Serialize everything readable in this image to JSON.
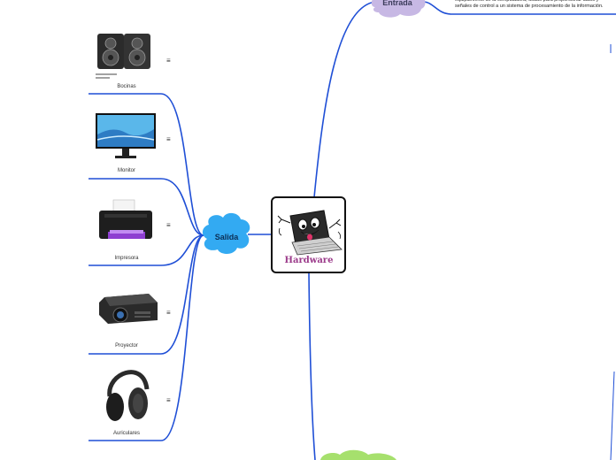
{
  "center": {
    "title": "Hardware"
  },
  "entrada": {
    "label": "Entrada",
    "description": "equipamiento de la computadora, usado para proporcionar datos y señales de control a un sistema de procesamiento de la información."
  },
  "salida": {
    "label": "Salida"
  },
  "items": [
    {
      "label": "Bocinas",
      "icon": "speakers-icon"
    },
    {
      "label": "Monitor",
      "icon": "monitor-icon"
    },
    {
      "label": "Impresora",
      "icon": "printer-icon"
    },
    {
      "label": "Proyector",
      "icon": "projector-icon"
    },
    {
      "label": "Auriculares",
      "icon": "headphones-icon"
    }
  ],
  "menu_glyph": "≡",
  "colors": {
    "link": "#1f4fd6",
    "salida_cloud": "#33aaf2",
    "entrada_cloud": "#c7b8e4",
    "bottom_cloud": "#a6e06d",
    "title": "#9b3a8a"
  }
}
